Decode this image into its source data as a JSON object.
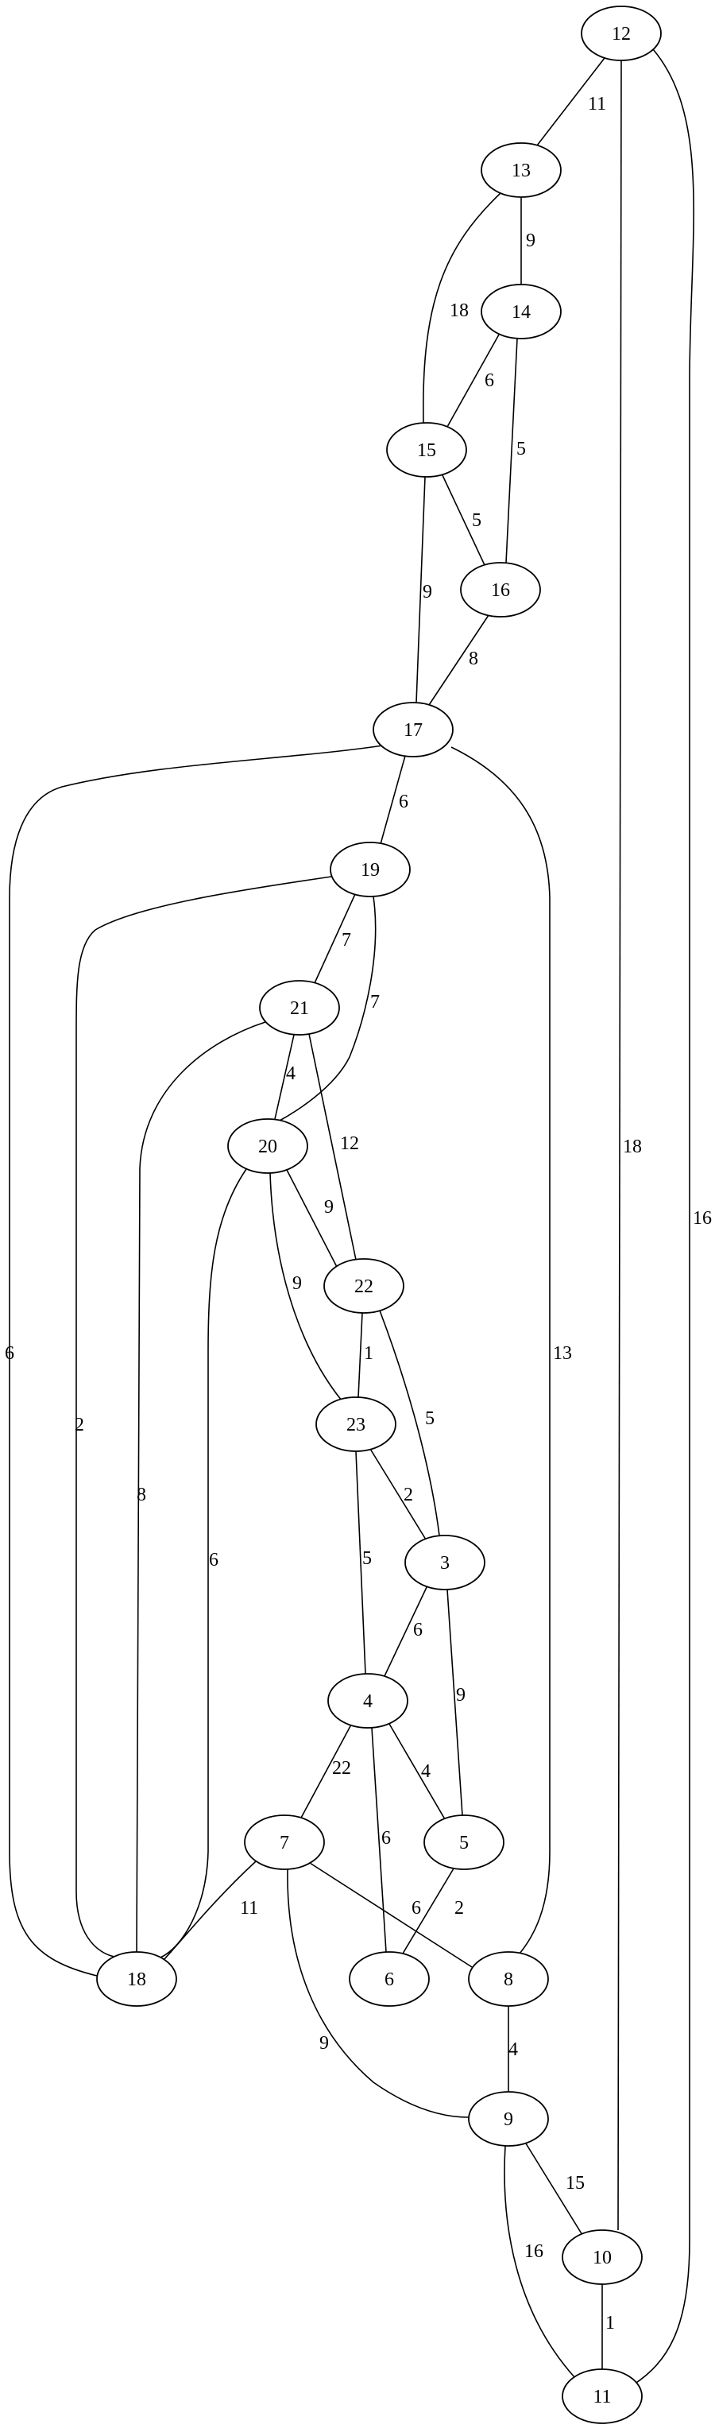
{
  "graph": {
    "nodes": [
      "12",
      "13",
      "14",
      "15",
      "16",
      "17",
      "19",
      "21",
      "20",
      "22",
      "23",
      "3",
      "4",
      "5",
      "7",
      "6",
      "8",
      "18",
      "9",
      "10",
      "11"
    ],
    "edges": [
      {
        "from": "12",
        "to": "13",
        "label": "11"
      },
      {
        "from": "12",
        "to": "10",
        "label": "18"
      },
      {
        "from": "12",
        "to": "11",
        "label": "16"
      },
      {
        "from": "13",
        "to": "14",
        "label": "9"
      },
      {
        "from": "13",
        "to": "15",
        "label": "18"
      },
      {
        "from": "14",
        "to": "15",
        "label": "6"
      },
      {
        "from": "14",
        "to": "16",
        "label": "5"
      },
      {
        "from": "15",
        "to": "16",
        "label": "5"
      },
      {
        "from": "15",
        "to": "17",
        "label": "9"
      },
      {
        "from": "16",
        "to": "17",
        "label": "8"
      },
      {
        "from": "17",
        "to": "19",
        "label": "6"
      },
      {
        "from": "17",
        "to": "18",
        "label": "6"
      },
      {
        "from": "17",
        "to": "8",
        "label": "13"
      },
      {
        "from": "19",
        "to": "21",
        "label": "7"
      },
      {
        "from": "19",
        "to": "20",
        "label": "7"
      },
      {
        "from": "19",
        "to": "18",
        "label": "2"
      },
      {
        "from": "21",
        "to": "20",
        "label": "4"
      },
      {
        "from": "21",
        "to": "22",
        "label": "12"
      },
      {
        "from": "21",
        "to": "18",
        "label": "8"
      },
      {
        "from": "20",
        "to": "22",
        "label": "9"
      },
      {
        "from": "20",
        "to": "23",
        "label": "9"
      },
      {
        "from": "20",
        "to": "18",
        "label": "6"
      },
      {
        "from": "22",
        "to": "23",
        "label": "1"
      },
      {
        "from": "22",
        "to": "3",
        "label": "5"
      },
      {
        "from": "23",
        "to": "3",
        "label": "2"
      },
      {
        "from": "23",
        "to": "4",
        "label": "5"
      },
      {
        "from": "3",
        "to": "4",
        "label": "6"
      },
      {
        "from": "3",
        "to": "5",
        "label": "9"
      },
      {
        "from": "4",
        "to": "7",
        "label": "22"
      },
      {
        "from": "4",
        "to": "5",
        "label": "4"
      },
      {
        "from": "4",
        "to": "6",
        "label": "6"
      },
      {
        "from": "5",
        "to": "6",
        "label": "2"
      },
      {
        "from": "7",
        "to": "18",
        "label": "11"
      },
      {
        "from": "7",
        "to": "8",
        "label": "6"
      },
      {
        "from": "7",
        "to": "9",
        "label": "9"
      },
      {
        "from": "8",
        "to": "9",
        "label": "4"
      },
      {
        "from": "9",
        "to": "10",
        "label": "15"
      },
      {
        "from": "9",
        "to": "11",
        "label": "16"
      },
      {
        "from": "10",
        "to": "11",
        "label": "1"
      }
    ]
  }
}
